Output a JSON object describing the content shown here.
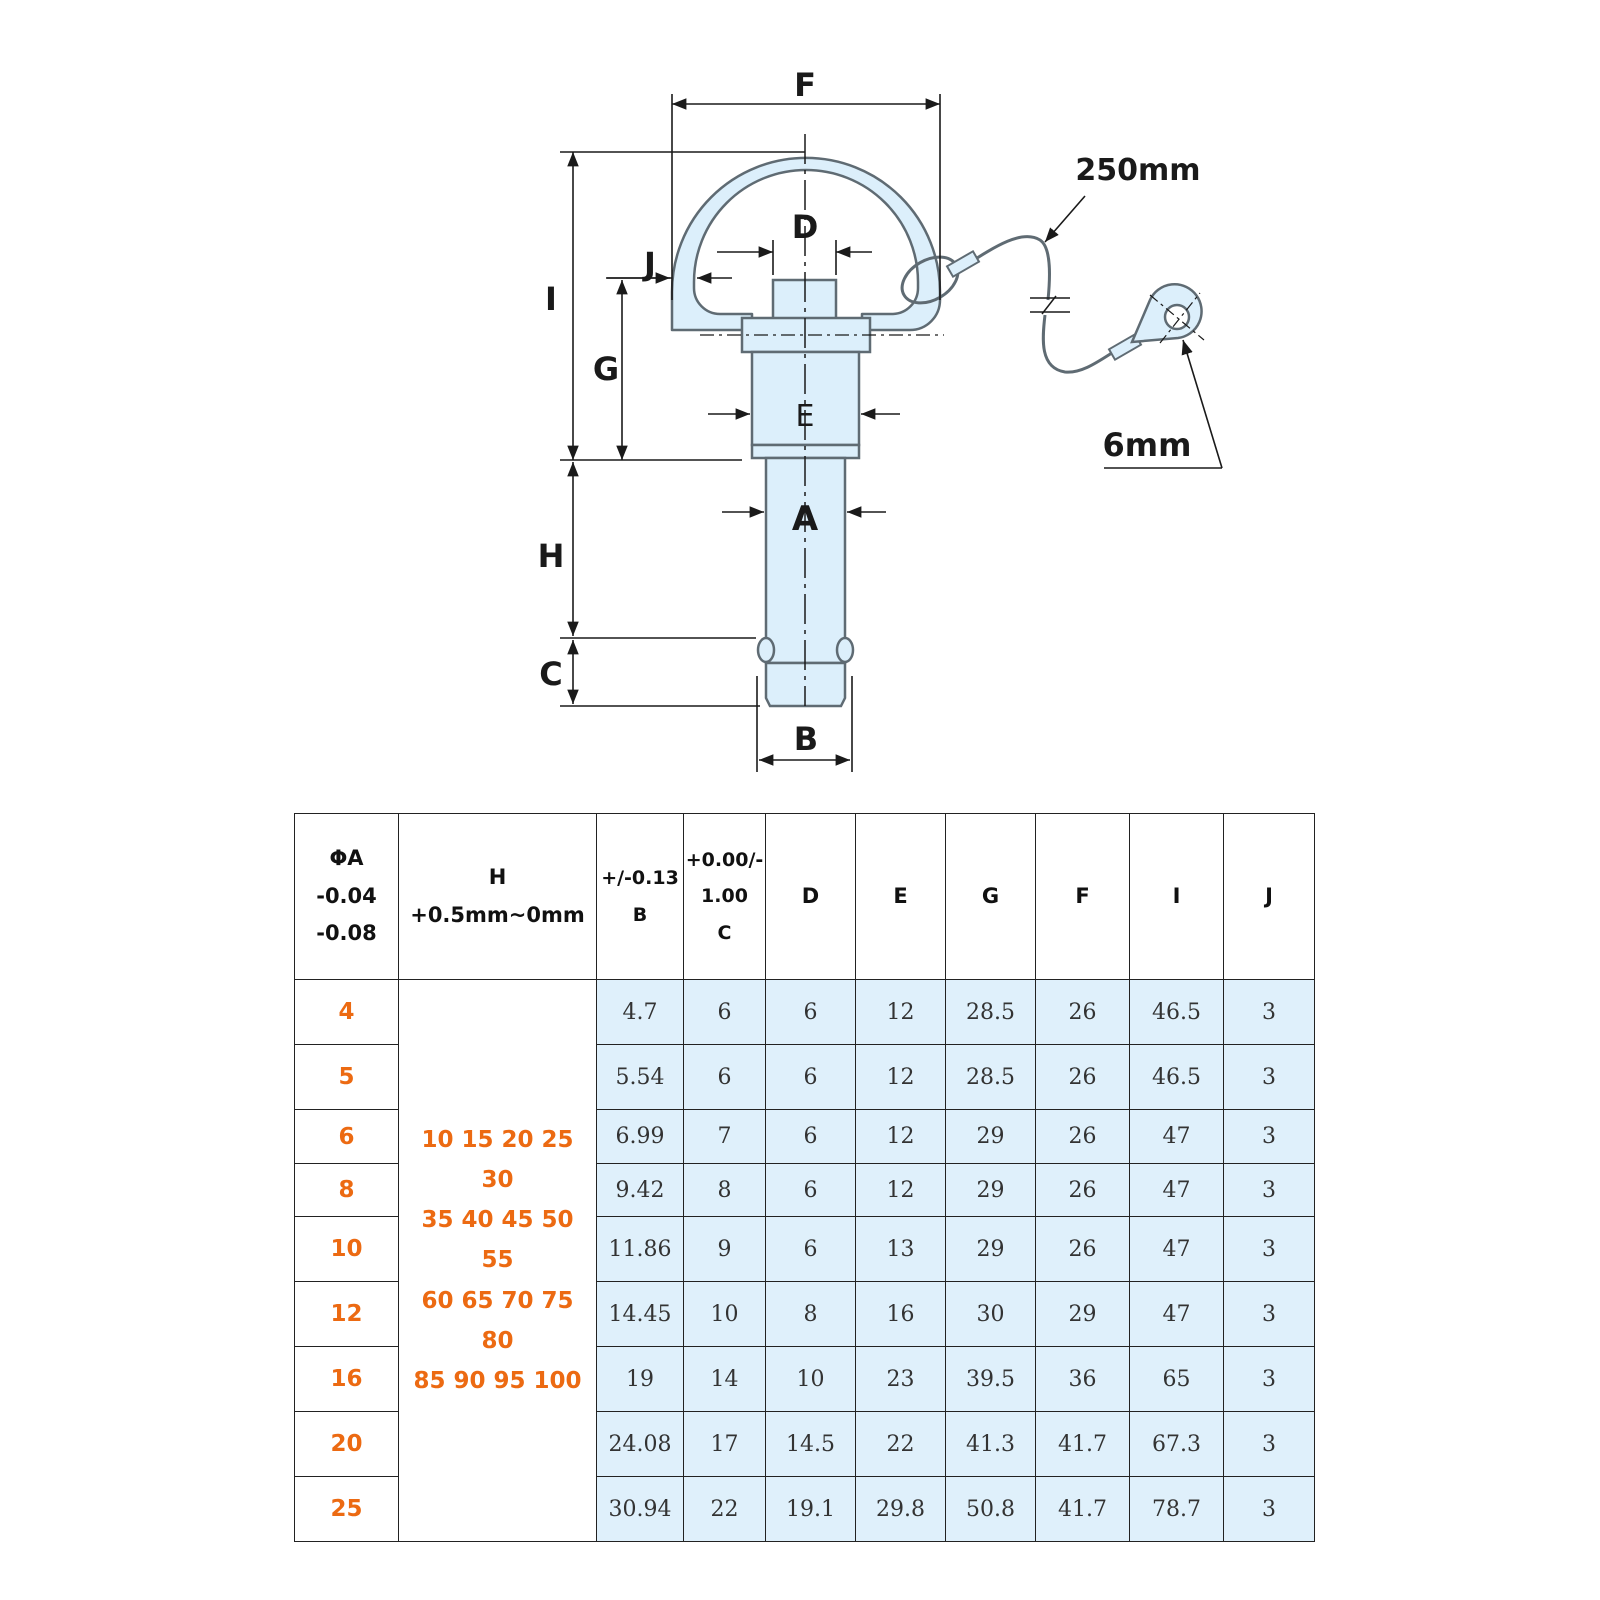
{
  "diagram": {
    "labels": {
      "F": "F",
      "D": "D",
      "J": "J",
      "I": "I",
      "G": "G",
      "E": "E",
      "A": "A",
      "H": "H",
      "C": "C",
      "B": "B"
    },
    "cable_length": "250mm",
    "ring_size": "6mm",
    "colors": {
      "part_fill": "#dceffb",
      "part_stroke": "#5f6b73",
      "dim_line": "#1a1a1a"
    }
  },
  "table": {
    "headers": {
      "a": [
        "ΦA",
        "-0.04",
        "-0.08"
      ],
      "h": [
        "H",
        "+0.5mm~0mm"
      ],
      "b": [
        "+/-0.13",
        "B"
      ],
      "c": [
        "+0.00/-",
        "1.00",
        "C"
      ],
      "d": "D",
      "e": "E",
      "g": "G",
      "f": "F",
      "i": "I",
      "j": "J"
    },
    "h_values": [
      "10 15 20 25 30",
      "35 40 45 50 55",
      "60 65 70 75 80",
      "85 90 95 100"
    ],
    "rows": [
      {
        "a": "4",
        "b": "4.7",
        "c": "6",
        "d": "6",
        "e": "12",
        "g": "28.5",
        "f": "26",
        "i": "46.5",
        "j": "3"
      },
      {
        "a": "5",
        "b": "5.54",
        "c": "6",
        "d": "6",
        "e": "12",
        "g": "28.5",
        "f": "26",
        "i": "46.5",
        "j": "3"
      },
      {
        "a": "6",
        "b": "6.99",
        "c": "7",
        "d": "6",
        "e": "12",
        "g": "29",
        "f": "26",
        "i": "47",
        "j": "3"
      },
      {
        "a": "8",
        "b": "9.42",
        "c": "8",
        "d": "6",
        "e": "12",
        "g": "29",
        "f": "26",
        "i": "47",
        "j": "3"
      },
      {
        "a": "10",
        "b": "11.86",
        "c": "9",
        "d": "6",
        "e": "13",
        "g": "29",
        "f": "26",
        "i": "47",
        "j": "3"
      },
      {
        "a": "12",
        "b": "14.45",
        "c": "10",
        "d": "8",
        "e": "16",
        "g": "30",
        "f": "29",
        "i": "47",
        "j": "3"
      },
      {
        "a": "16",
        "b": "19",
        "c": "14",
        "d": "10",
        "e": "23",
        "g": "39.5",
        "f": "36",
        "i": "65",
        "j": "3"
      },
      {
        "a": "20",
        "b": "24.08",
        "c": "17",
        "d": "14.5",
        "e": "22",
        "g": "41.3",
        "f": "41.7",
        "i": "67.3",
        "j": "3"
      },
      {
        "a": "25",
        "b": "30.94",
        "c": "22",
        "d": "19.1",
        "e": "29.8",
        "g": "50.8",
        "f": "41.7",
        "i": "78.7",
        "j": "3"
      }
    ]
  }
}
